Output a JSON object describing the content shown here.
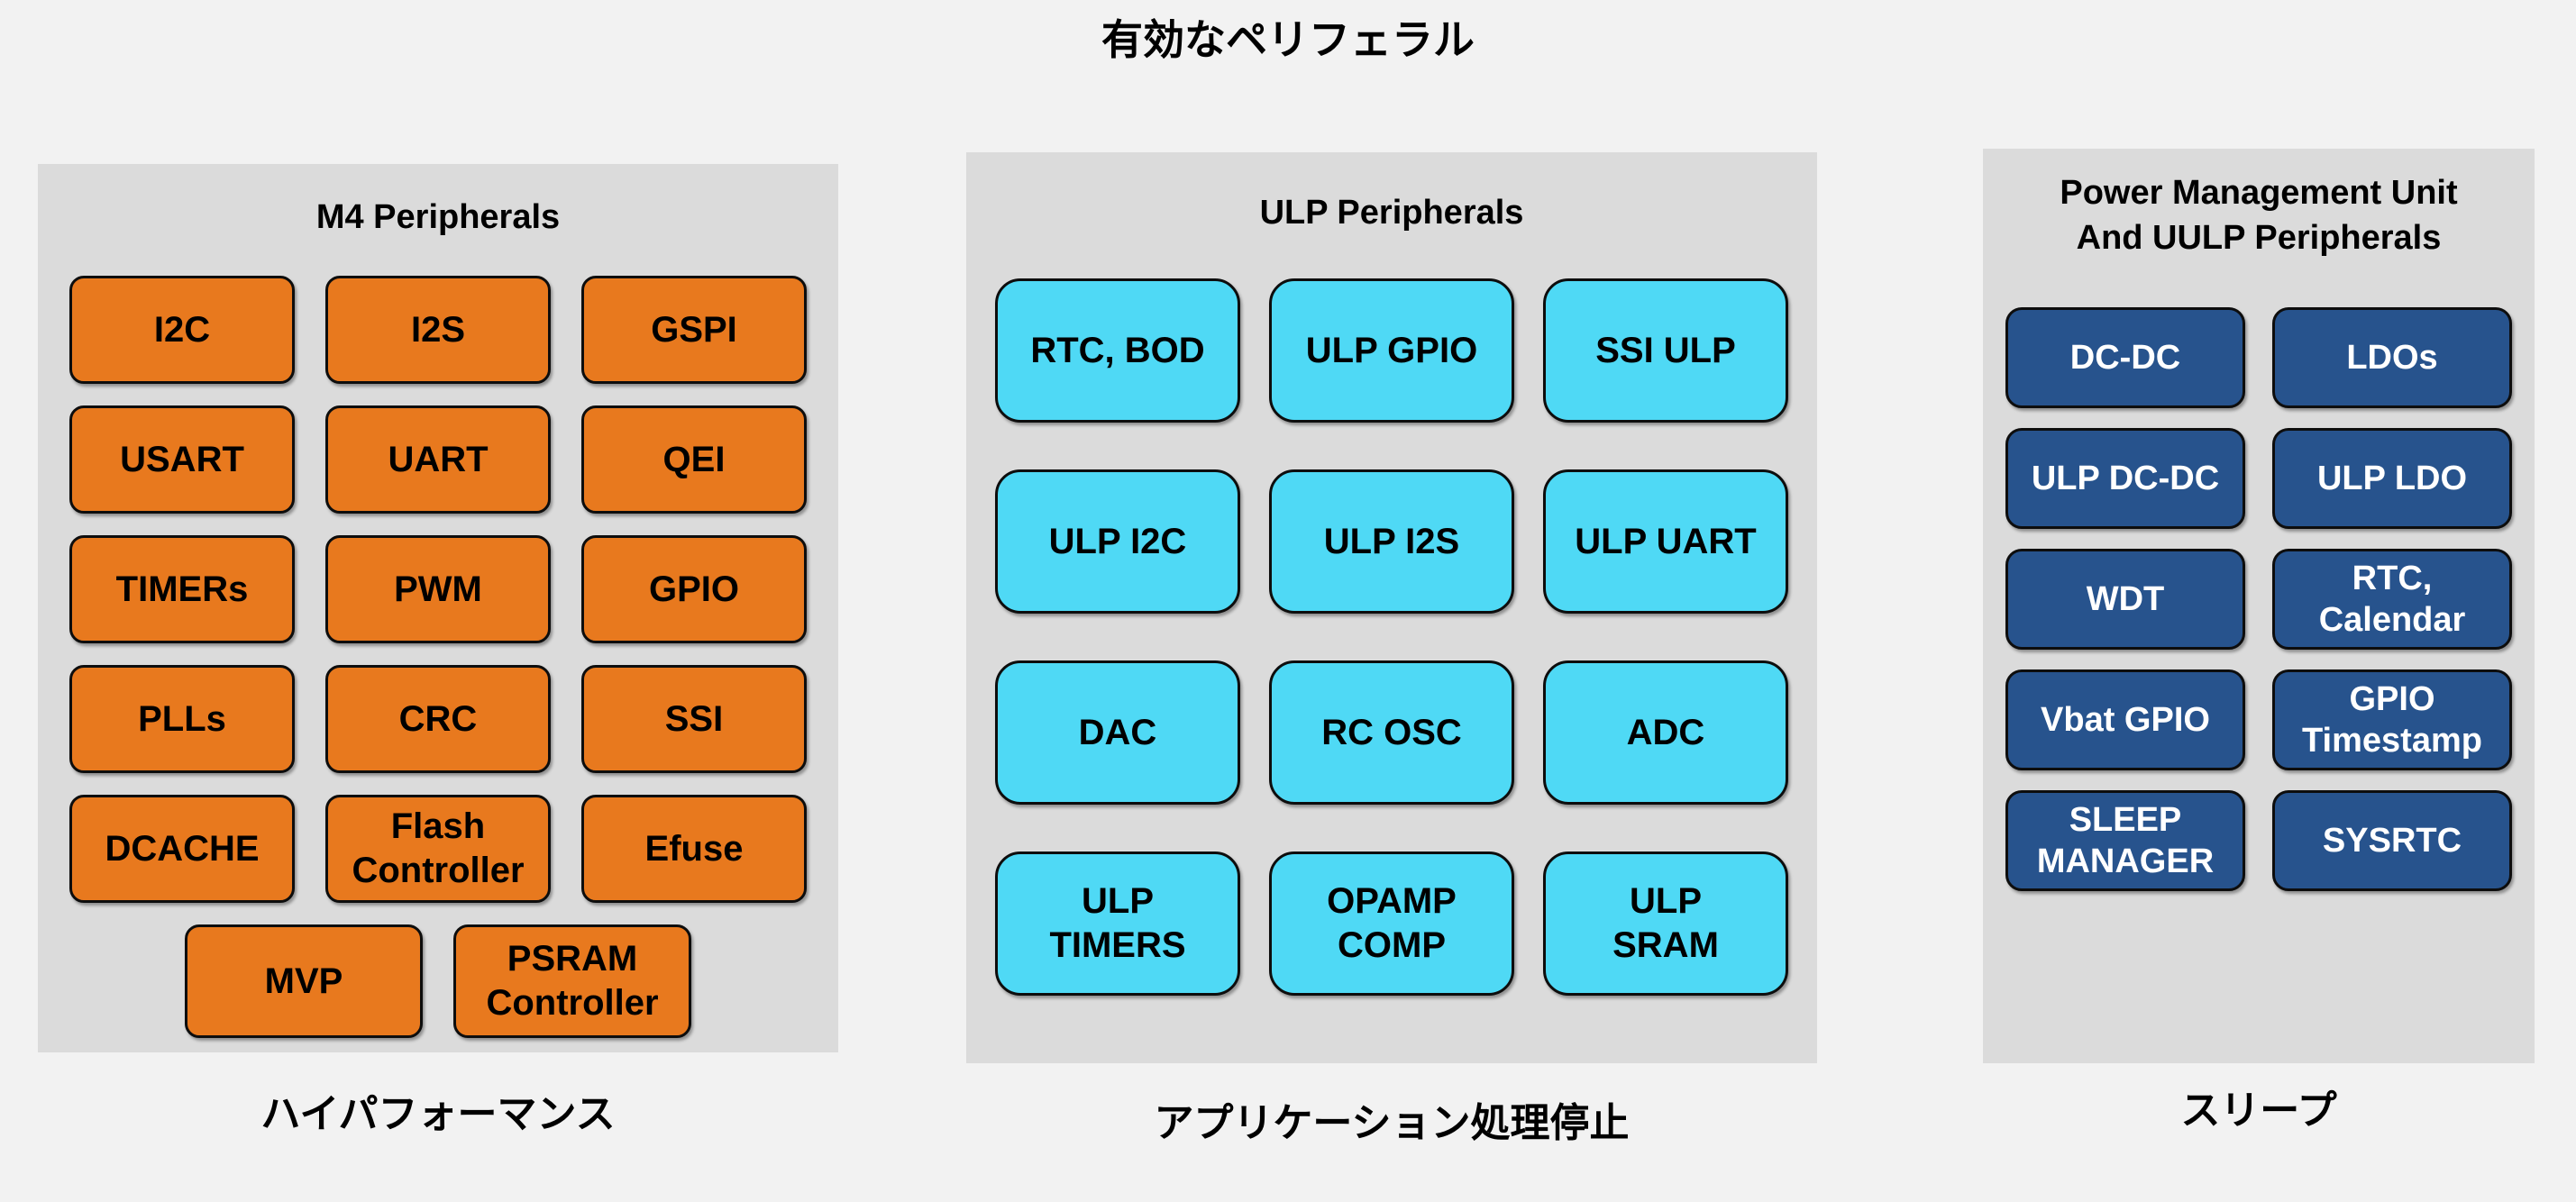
{
  "page": {
    "title": "有効なペリフェラル",
    "background_color": "#f2f2f2",
    "panel_background_color": "#dbdbdb"
  },
  "panels": [
    {
      "title": "M4 Peripherals",
      "caption": "ハイパフォーマンス",
      "box_color": "#e8791e",
      "text_color": "#000000",
      "boxes": [
        "I2C",
        "I2S",
        "GSPI",
        "USART",
        "UART",
        "QEI",
        "TIMERs",
        "PWM",
        "GPIO",
        "PLLs",
        "CRC",
        "SSI",
        "DCACHE",
        "Flash\nController",
        "Efuse"
      ],
      "footer_boxes": [
        "MVP",
        "PSRAM\nController"
      ]
    },
    {
      "title": "ULP Peripherals",
      "caption": "アプリケーション処理停止",
      "box_color": "#4fd9f5",
      "text_color": "#000000",
      "boxes": [
        "RTC, BOD",
        "ULP GPIO",
        "SSI ULP",
        "ULP I2C",
        "ULP I2S",
        "ULP UART",
        "DAC",
        "RC OSC",
        "ADC",
        "ULP\nTIMERS",
        "OPAMP\nCOMP",
        "ULP\nSRAM"
      ]
    },
    {
      "title": "Power Management Unit\nAnd UULP Peripherals",
      "caption": "スリープ",
      "box_color": "#27538d",
      "text_color": "#ffffff",
      "boxes": [
        "DC-DC",
        "LDOs",
        "ULP DC-DC",
        "ULP LDO",
        "WDT",
        "RTC,\nCalendar",
        "Vbat GPIO",
        "GPIO\nTimestamp",
        "SLEEP\nMANAGER",
        "SYSRTC"
      ]
    }
  ]
}
